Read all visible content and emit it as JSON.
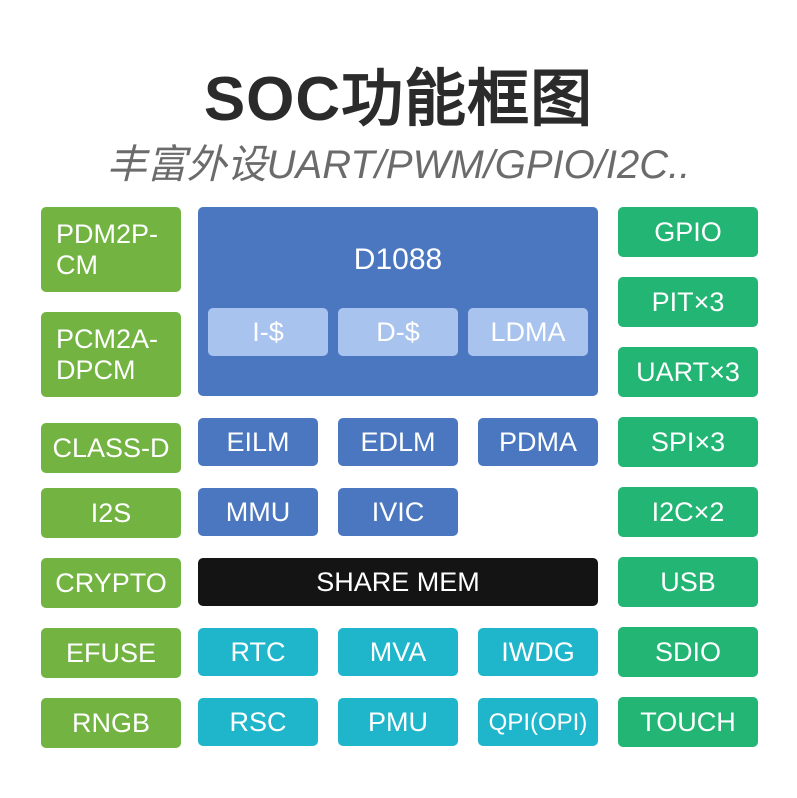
{
  "title": "SOC功能框图",
  "subtitle": "丰富外设UART/PWM/GPIO/I2C..",
  "colors": {
    "left_peripheral": "#72b342",
    "right_peripheral": "#22b574",
    "core": "#4a77c0",
    "cache": "#a9c3ef",
    "shared_memory": "#141414",
    "system": "#1fb6cc"
  },
  "left_blocks": [
    "PDM2P-CM",
    "PCM2A-DPCM",
    "CLASS-D",
    "I2S",
    "CRYPTO",
    "EFUSE",
    "RNGB"
  ],
  "right_blocks": [
    "GPIO",
    "PIT×3",
    "UART×3",
    "SPI×3",
    "I2C×2",
    "USB",
    "SDIO",
    "TOUCH"
  ],
  "cpu": {
    "name": "D1088",
    "sub_blocks": [
      "I-$",
      "D-$",
      "LDMA"
    ]
  },
  "memory_row": [
    "EILM",
    "EDLM",
    "PDMA"
  ],
  "mmu_row": [
    "MMU",
    "IVIC"
  ],
  "share_mem": "SHARE MEM",
  "system_row_1": [
    "RTC",
    "MVA",
    "IWDG"
  ],
  "system_row_2": [
    "RSC",
    "PMU",
    "QPI(OPI)"
  ]
}
